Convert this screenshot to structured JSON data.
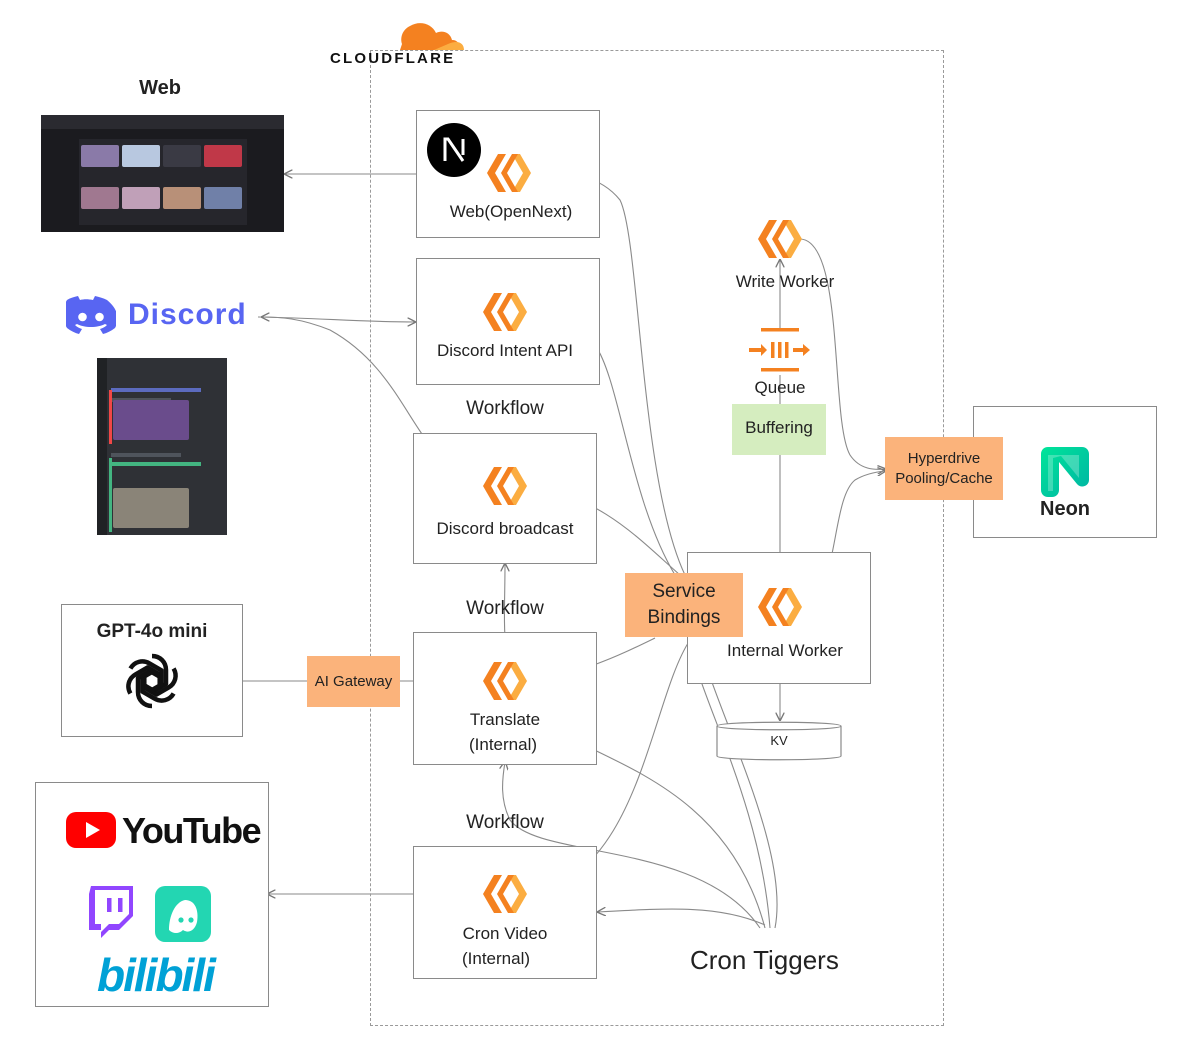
{
  "brand": {
    "cloudflare_wordmark": "CLOUDFLARE"
  },
  "external": {
    "web_title": "Web",
    "discord_wordmark": "Discord",
    "gpt_title": "GPT-4o mini",
    "neon_label": "Neon",
    "youtube_wordmark": "YouTube",
    "bilibili_wordmark": "bilibili"
  },
  "services": {
    "web": "Web(OpenNext)",
    "discord_intent": "Discord Intent API",
    "discord_broadcast": "Discord broadcast",
    "translate_line1": "Translate",
    "translate_line2": "(Internal)",
    "cron_video_line1": "Cron Video",
    "cron_video_line2": "(Internal)",
    "write_worker": "Write Worker",
    "queue": "Queue",
    "buffering": "Buffering",
    "internal_worker": "Internal Worker",
    "kv": "KV"
  },
  "workflow_labels": [
    "Workflow",
    "Workflow",
    "Workflow"
  ],
  "tags": {
    "ai_gateway": "AI Gateway",
    "service_bindings_line1": "Service",
    "service_bindings_line2": "Bindings",
    "hyperdrive_line1": "Hyperdrive",
    "hyperdrive_line2": "Pooling/Cache"
  },
  "cron_triggers": "Cron Tiggers",
  "colors": {
    "worker_orange": "#f48120",
    "worker_light": "#fbad41",
    "tag_orange": "#fbb37b",
    "buffering_green": "#d5edbf",
    "discord_blue": "#5865f2",
    "youtube_red": "#ff0000",
    "twitch_purple": "#9146ff",
    "neon_green": "#00e599",
    "bilibili_blue": "#00a1d6"
  }
}
